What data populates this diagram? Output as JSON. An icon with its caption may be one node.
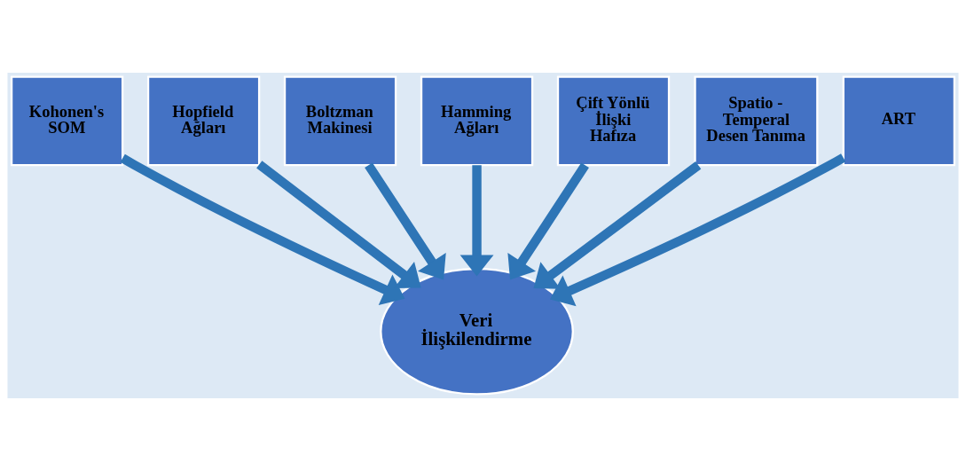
{
  "diagram": {
    "nodes": [
      {
        "text": [
          "Kohonen's SOM"
        ]
      },
      {
        "text": [
          "Hopfield Ağları"
        ]
      },
      {
        "text": [
          "Boltzman Makinesi"
        ]
      },
      {
        "text": [
          "Hamming Ağları"
        ]
      },
      {
        "text": [
          "Çift Yönlü İlişki Hafıza"
        ]
      },
      {
        "text": [
          "Spatio - Temperal Desen Tanıma"
        ]
      },
      {
        "text": [
          "ART"
        ]
      },
      {
        "text": [
          "Veri İlişkilendirme"
        ]
      }
    ],
    "edges": [
      {
        "from": 0,
        "to": 7,
        "arrow": "to"
      },
      {
        "from": 1,
        "to": 7,
        "arrow": "to"
      },
      {
        "from": 2,
        "to": 7,
        "arrow": "to"
      },
      {
        "from": 3,
        "to": 7,
        "arrow": "to"
      },
      {
        "from": 4,
        "to": 7,
        "arrow": "to"
      },
      {
        "from": 5,
        "to": 7,
        "arrow": "to"
      },
      {
        "from": 6,
        "to": 7,
        "arrow": "to"
      }
    ]
  }
}
